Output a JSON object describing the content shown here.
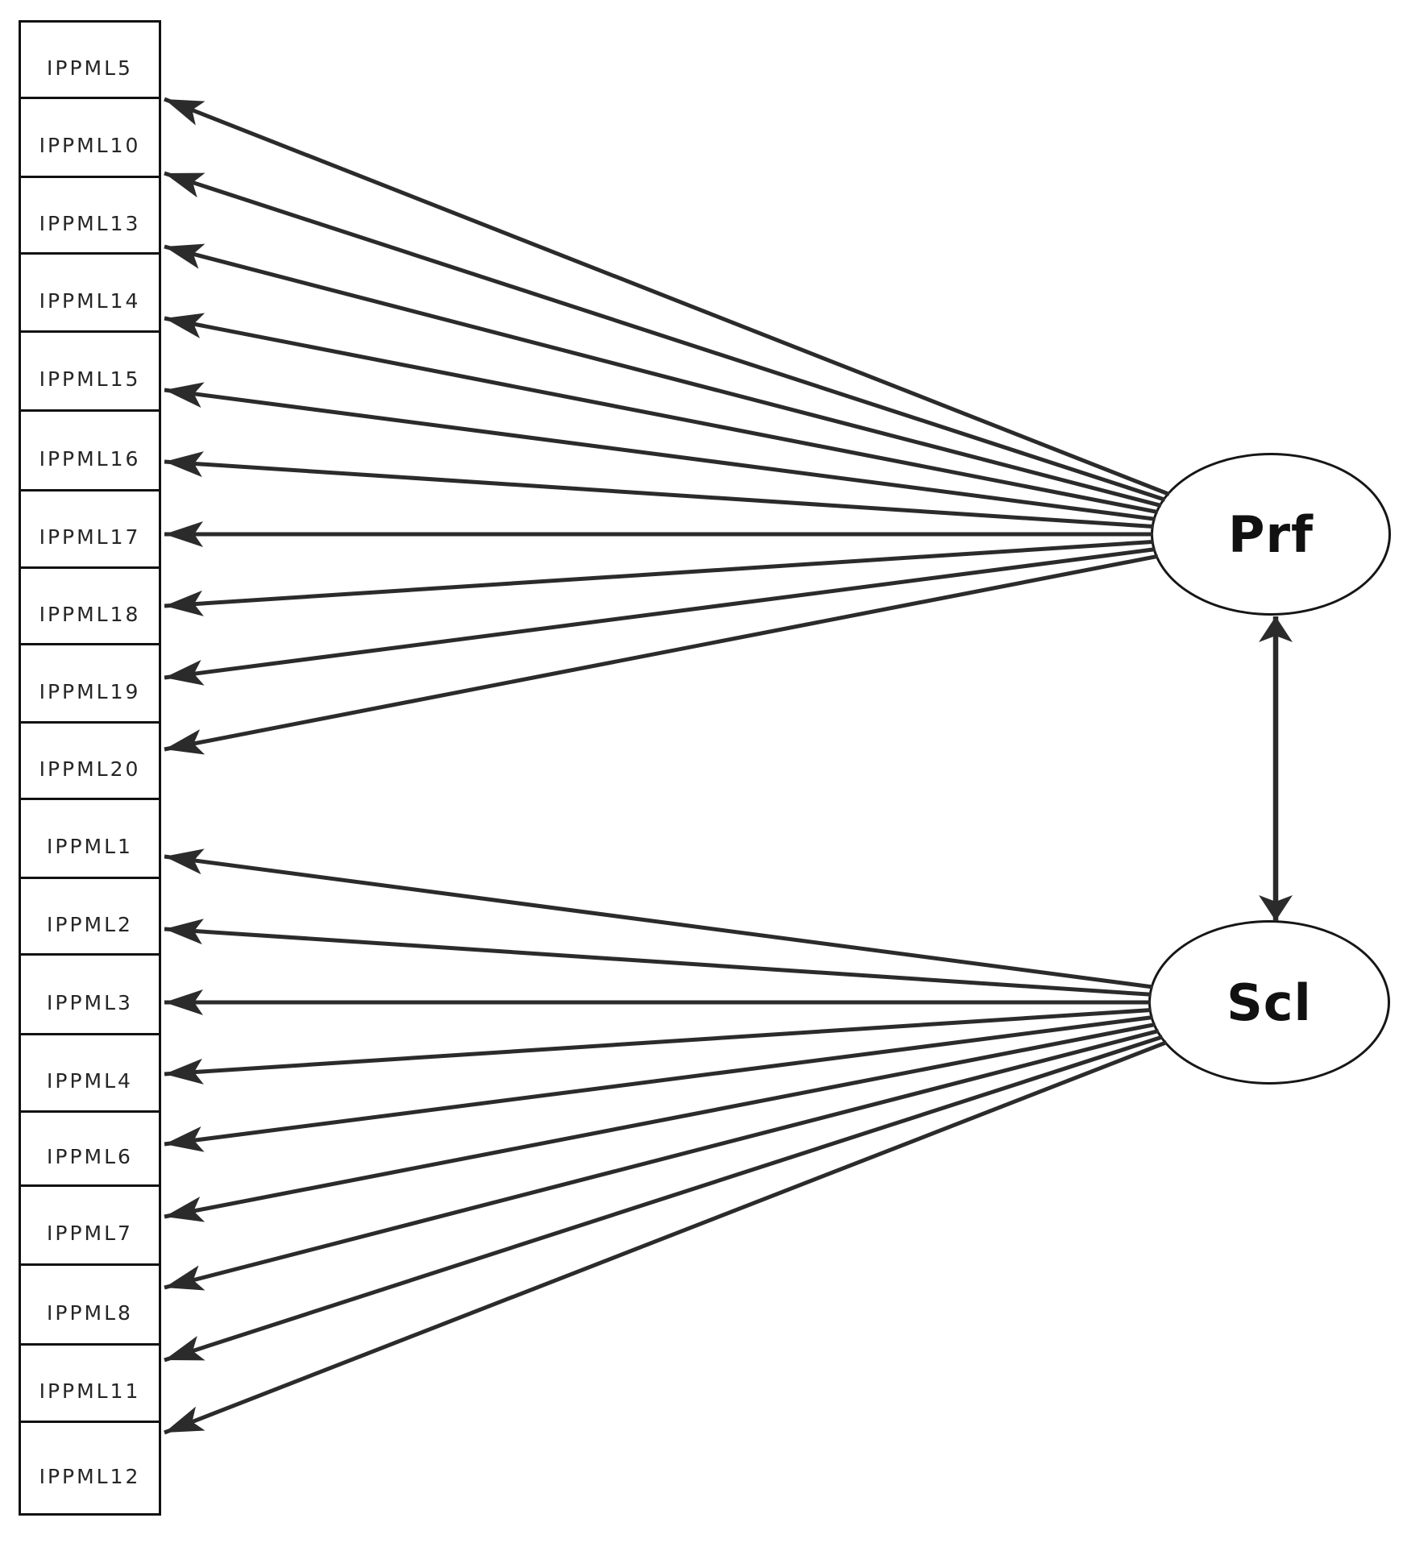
{
  "figure": {
    "kind": "sem-path-diagram",
    "description": "Confirmatory factor analysis path diagram with two correlated latent factors and observed indicator boxes"
  },
  "colors": {
    "background": "#ffffff",
    "line": "#2b2b2b",
    "box_border": "#111111",
    "ellipse_border": "#161616",
    "text": "#262626"
  },
  "indicator_boxes": [
    "IPPML5",
    "IPPML10",
    "IPPML13",
    "IPPML14",
    "IPPML15",
    "IPPML16",
    "IPPML17",
    "IPPML18",
    "IPPML19",
    "IPPML20",
    "IPPML1",
    "IPPML2",
    "IPPML3",
    "IPPML4",
    "IPPML6",
    "IPPML7",
    "IPPML8",
    "IPPML11",
    "IPPML12"
  ],
  "latent_factors": [
    {
      "label": "Prf",
      "indicators": [
        "IPPML5",
        "IPPML10",
        "IPPML13",
        "IPPML14",
        "IPPML15",
        "IPPML16",
        "IPPML17",
        "IPPML18",
        "IPPML19",
        "IPPML20"
      ]
    },
    {
      "label": "Scl",
      "indicators": [
        "IPPML1",
        "IPPML2",
        "IPPML3",
        "IPPML4",
        "IPPML6",
        "IPPML7",
        "IPPML8",
        "IPPML11",
        "IPPML12"
      ]
    }
  ],
  "covariance": {
    "between": [
      "Prf",
      "Scl"
    ],
    "arrow": "double-headed"
  }
}
